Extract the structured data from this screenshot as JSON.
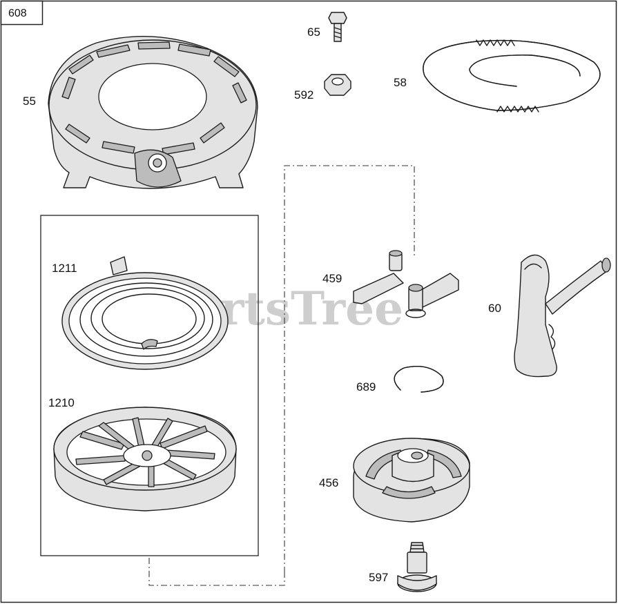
{
  "diagram": {
    "reference_number": "608",
    "watermark": "PartsTree",
    "parts": [
      {
        "id": "part-55",
        "number": "55"
      },
      {
        "id": "part-65",
        "number": "65"
      },
      {
        "id": "part-592",
        "number": "592"
      },
      {
        "id": "part-58",
        "number": "58"
      },
      {
        "id": "part-1211",
        "number": "1211"
      },
      {
        "id": "part-1210",
        "number": "1210"
      },
      {
        "id": "part-459",
        "number": "459"
      },
      {
        "id": "part-60",
        "number": "60"
      },
      {
        "id": "part-689",
        "number": "689"
      },
      {
        "id": "part-456",
        "number": "456"
      },
      {
        "id": "part-597",
        "number": "597"
      }
    ]
  }
}
